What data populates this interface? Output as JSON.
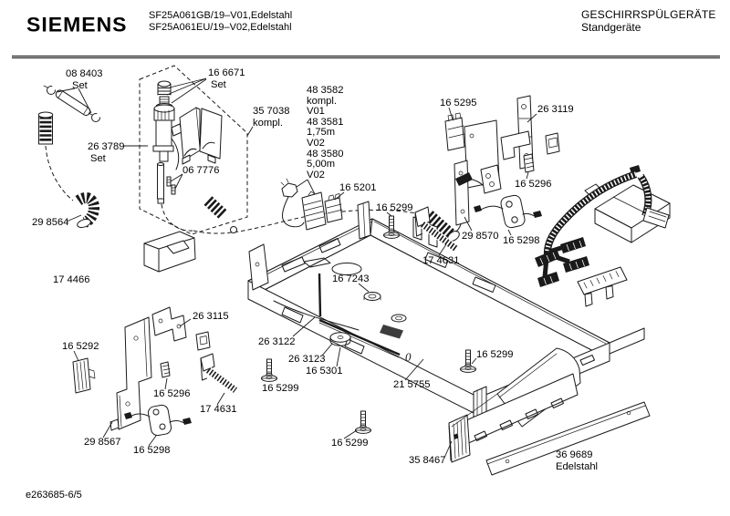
{
  "colors": {
    "ink": "#1a1a1a",
    "background": "#ffffff"
  },
  "header": {
    "brand": "SIEMENS",
    "model_line1": "SF25A061GB/19–V01,Edelstahl",
    "model_line2": "SF25A061EU/19–V02,Edelstahl",
    "category_line1": "GESCHIRRSPÜLGERÄTE",
    "category_line2": "Standgeräte"
  },
  "footer": {
    "doc_ref": "e263685-6/5"
  },
  "diagram": {
    "marking_zero": "0",
    "labels": {
      "hose_clamps": {
        "line1": "08 8403",
        "line2": "Set"
      },
      "valve_top_set": {
        "line1": "16 6671",
        "line2": "Set"
      },
      "aquastop_unit": {
        "line1": "35 7038",
        "line2": "kompl."
      },
      "inlet_valve_set": {
        "line1": "26 3789",
        "line2": "Set"
      },
      "pins": {
        "line1": "06 7776"
      },
      "power_cord": {
        "lines": [
          "48 3582",
          "kompl.",
          "V01",
          "48 3581",
          "1,75m",
          "V02",
          "48 3580",
          "5,00m",
          "V02"
        ]
      },
      "cord_connector": {
        "line1": "16 5201"
      },
      "screw_center": {
        "line1": "16 5299"
      },
      "bracket_top_right_small": {
        "line1": "16 5295"
      },
      "bracket_26_3119": {
        "line1": "26 3119"
      },
      "clip_right": {
        "line1": "16 5296"
      },
      "switch_wire_right": {
        "line1": "29 8570"
      },
      "switch_right": {
        "line1": "16 5298"
      },
      "hose_elbow": {
        "line1": "29 8564"
      },
      "bracket_17_4466": {
        "line1": "17 4466"
      },
      "grommet": {
        "line1": "16 7243"
      },
      "rack_right": {
        "line1": "17 4631"
      },
      "bracket_26_3115": {
        "line1": "26 3115"
      },
      "panel_16_5292": {
        "line1": "16 5292"
      },
      "channel_26_3122": {
        "line1": "26 3122"
      },
      "rod_26_3123": {
        "line1": "26 3123"
      },
      "foot_disc": {
        "line1": "16 5301"
      },
      "screw_bottom_left": {
        "line1": "16 5299"
      },
      "base_frame": {
        "line1": "21 5755"
      },
      "clip_bottom": {
        "line1": "16 5296"
      },
      "rack_bottom": {
        "line1": "17 4631"
      },
      "bracket_29_8567": {
        "line1": "29 8567"
      },
      "switch_bottom": {
        "line1": "16 5298"
      },
      "screw_right": {
        "line1": "16 5299"
      },
      "screw_bottom_center": {
        "line1": "16 5299"
      },
      "plinth_panel": {
        "line1": "35 8467"
      },
      "kick_strip": {
        "line1": "36 9689",
        "line2": "Edelstahl"
      }
    }
  }
}
